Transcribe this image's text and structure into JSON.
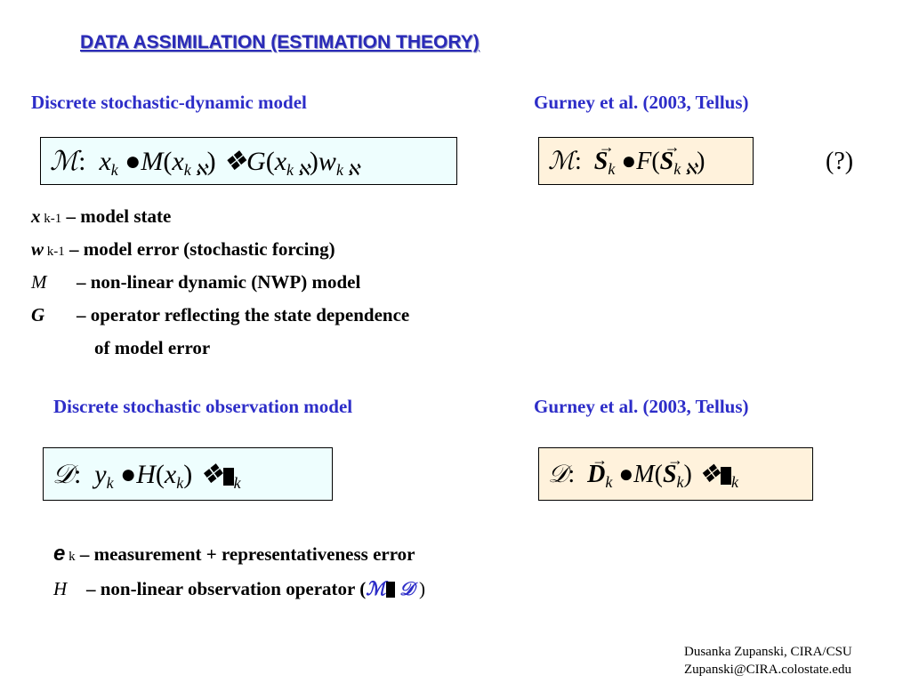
{
  "title": "DATA ASSIMILATION  (ESTIMATION THEORY)",
  "section1": {
    "heading": "Discrete stochastic-dynamic model",
    "ref": "Gurney et al. (2003, Tellus)",
    "question": "(?)",
    "defs": [
      {
        "sym": "x",
        "sub": "k-1",
        "text": " – model state"
      },
      {
        "sym": "w",
        "sub": "k-1",
        "text": " – model error (stochastic forcing)"
      },
      {
        "sym": "M",
        "sub": "",
        "text": "– non-linear dynamic (NWP) model"
      },
      {
        "sym": "G",
        "sub": "",
        "text": "– operator reflecting the state dependence"
      },
      {
        "sym": "",
        "sub": "",
        "text": "of model error"
      }
    ]
  },
  "section2": {
    "heading": "Discrete stochastic observation model",
    "ref": "Gurney et al. (2003, Tellus)",
    "defs": [
      {
        "sym": "e",
        "sub": "k",
        "text": " – measurement + representativeness error"
      },
      {
        "sym": "H",
        "sub": "",
        "text": "– non-linear observation operator ("
      }
    ],
    "close_paren": ")"
  },
  "footer": {
    "line1": "Dusanka Zupanski,  CIRA/CSU",
    "line2": "Zupanski@CIRA.colostate.edu"
  }
}
